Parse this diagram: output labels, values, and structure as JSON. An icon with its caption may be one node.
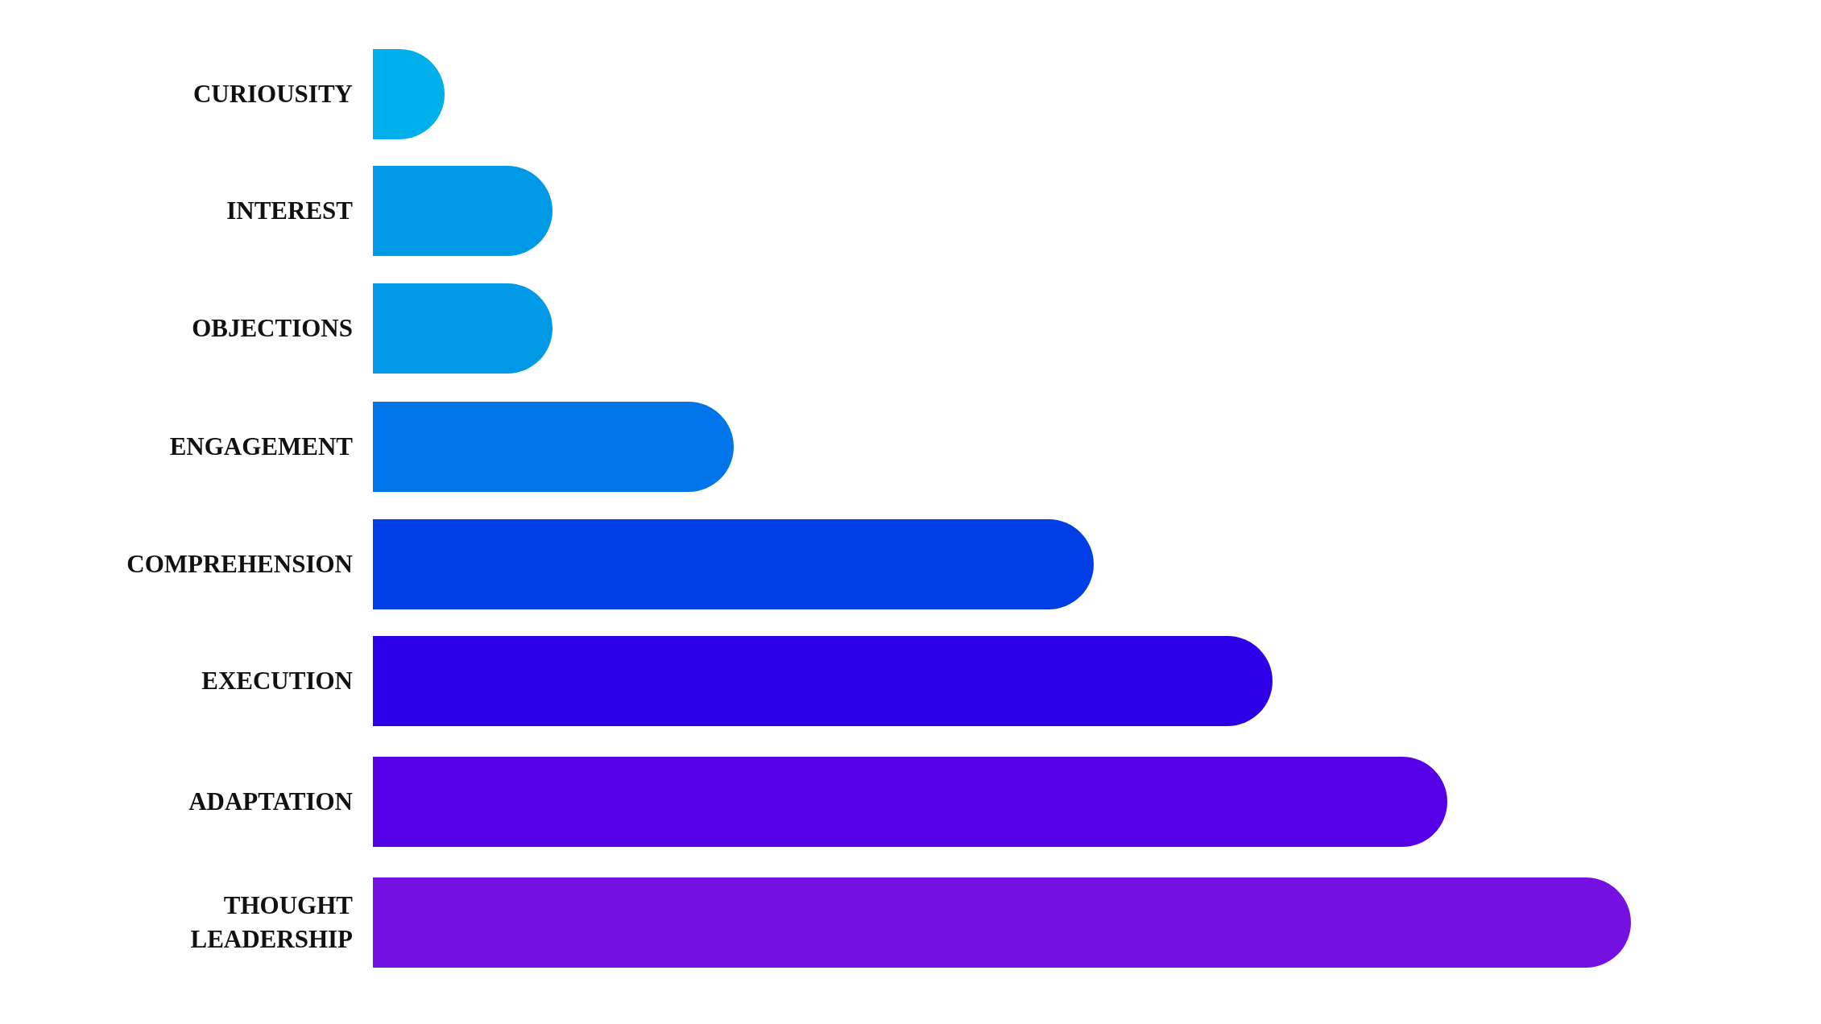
{
  "diagram": {
    "nodes": [
      {
        "text": [
          "CURIOUSITY"
        ]
      },
      {
        "text": [
          "INTEREST"
        ]
      },
      {
        "text": [
          "OBJECTIONS"
        ]
      },
      {
        "text": [
          "ENGAGEMENT"
        ]
      },
      {
        "text": [
          "COMPREHENSION"
        ]
      },
      {
        "text": [
          "EXECUTION"
        ]
      },
      {
        "text": [
          "ADAPTATION"
        ]
      },
      {
        "text": [
          "THOUGHT LEADERSHIP"
        ]
      }
    ]
  }
}
